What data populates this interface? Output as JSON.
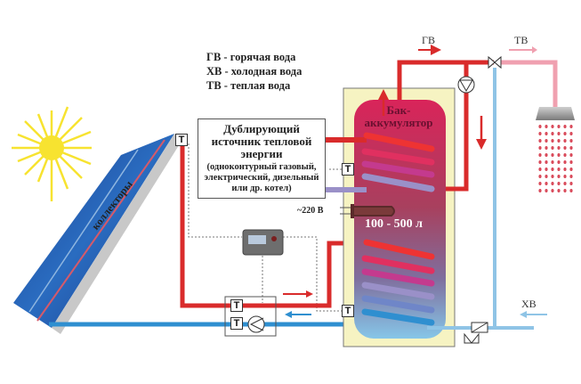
{
  "legend": [
    "ГВ - горячая вода",
    "ХВ - холодная вода",
    "ТВ - теплая вода"
  ],
  "backup_source": {
    "title_lines": [
      "Дублирующий",
      "источник тепловой",
      "энергии"
    ],
    "detail_lines": [
      "(одноконтурный газовый,",
      "электрический, дизельный",
      "или др. котел)"
    ]
  },
  "tank": {
    "label_lines": [
      "Бак-",
      "аккумулятор"
    ],
    "volume": "100 - 500 л"
  },
  "heater_voltage": "~220 В",
  "collector_label": "коллекторы",
  "flow_labels": {
    "hot_water": "ГВ",
    "warm_water": "ТВ",
    "cold_water": "ХВ"
  },
  "sensor_symbol": "T",
  "colors": {
    "hot_pipe": "#d92b2b",
    "cold_pipe": "#2f8fd0",
    "cold_pipe_light": "#8fc4e6",
    "warm_pipe": "#f0a0b0",
    "backup_return": "#9a90c8",
    "tank_outer": "#f6f3c2",
    "sun": "#f7e330",
    "collector": "#1e4fa0"
  }
}
